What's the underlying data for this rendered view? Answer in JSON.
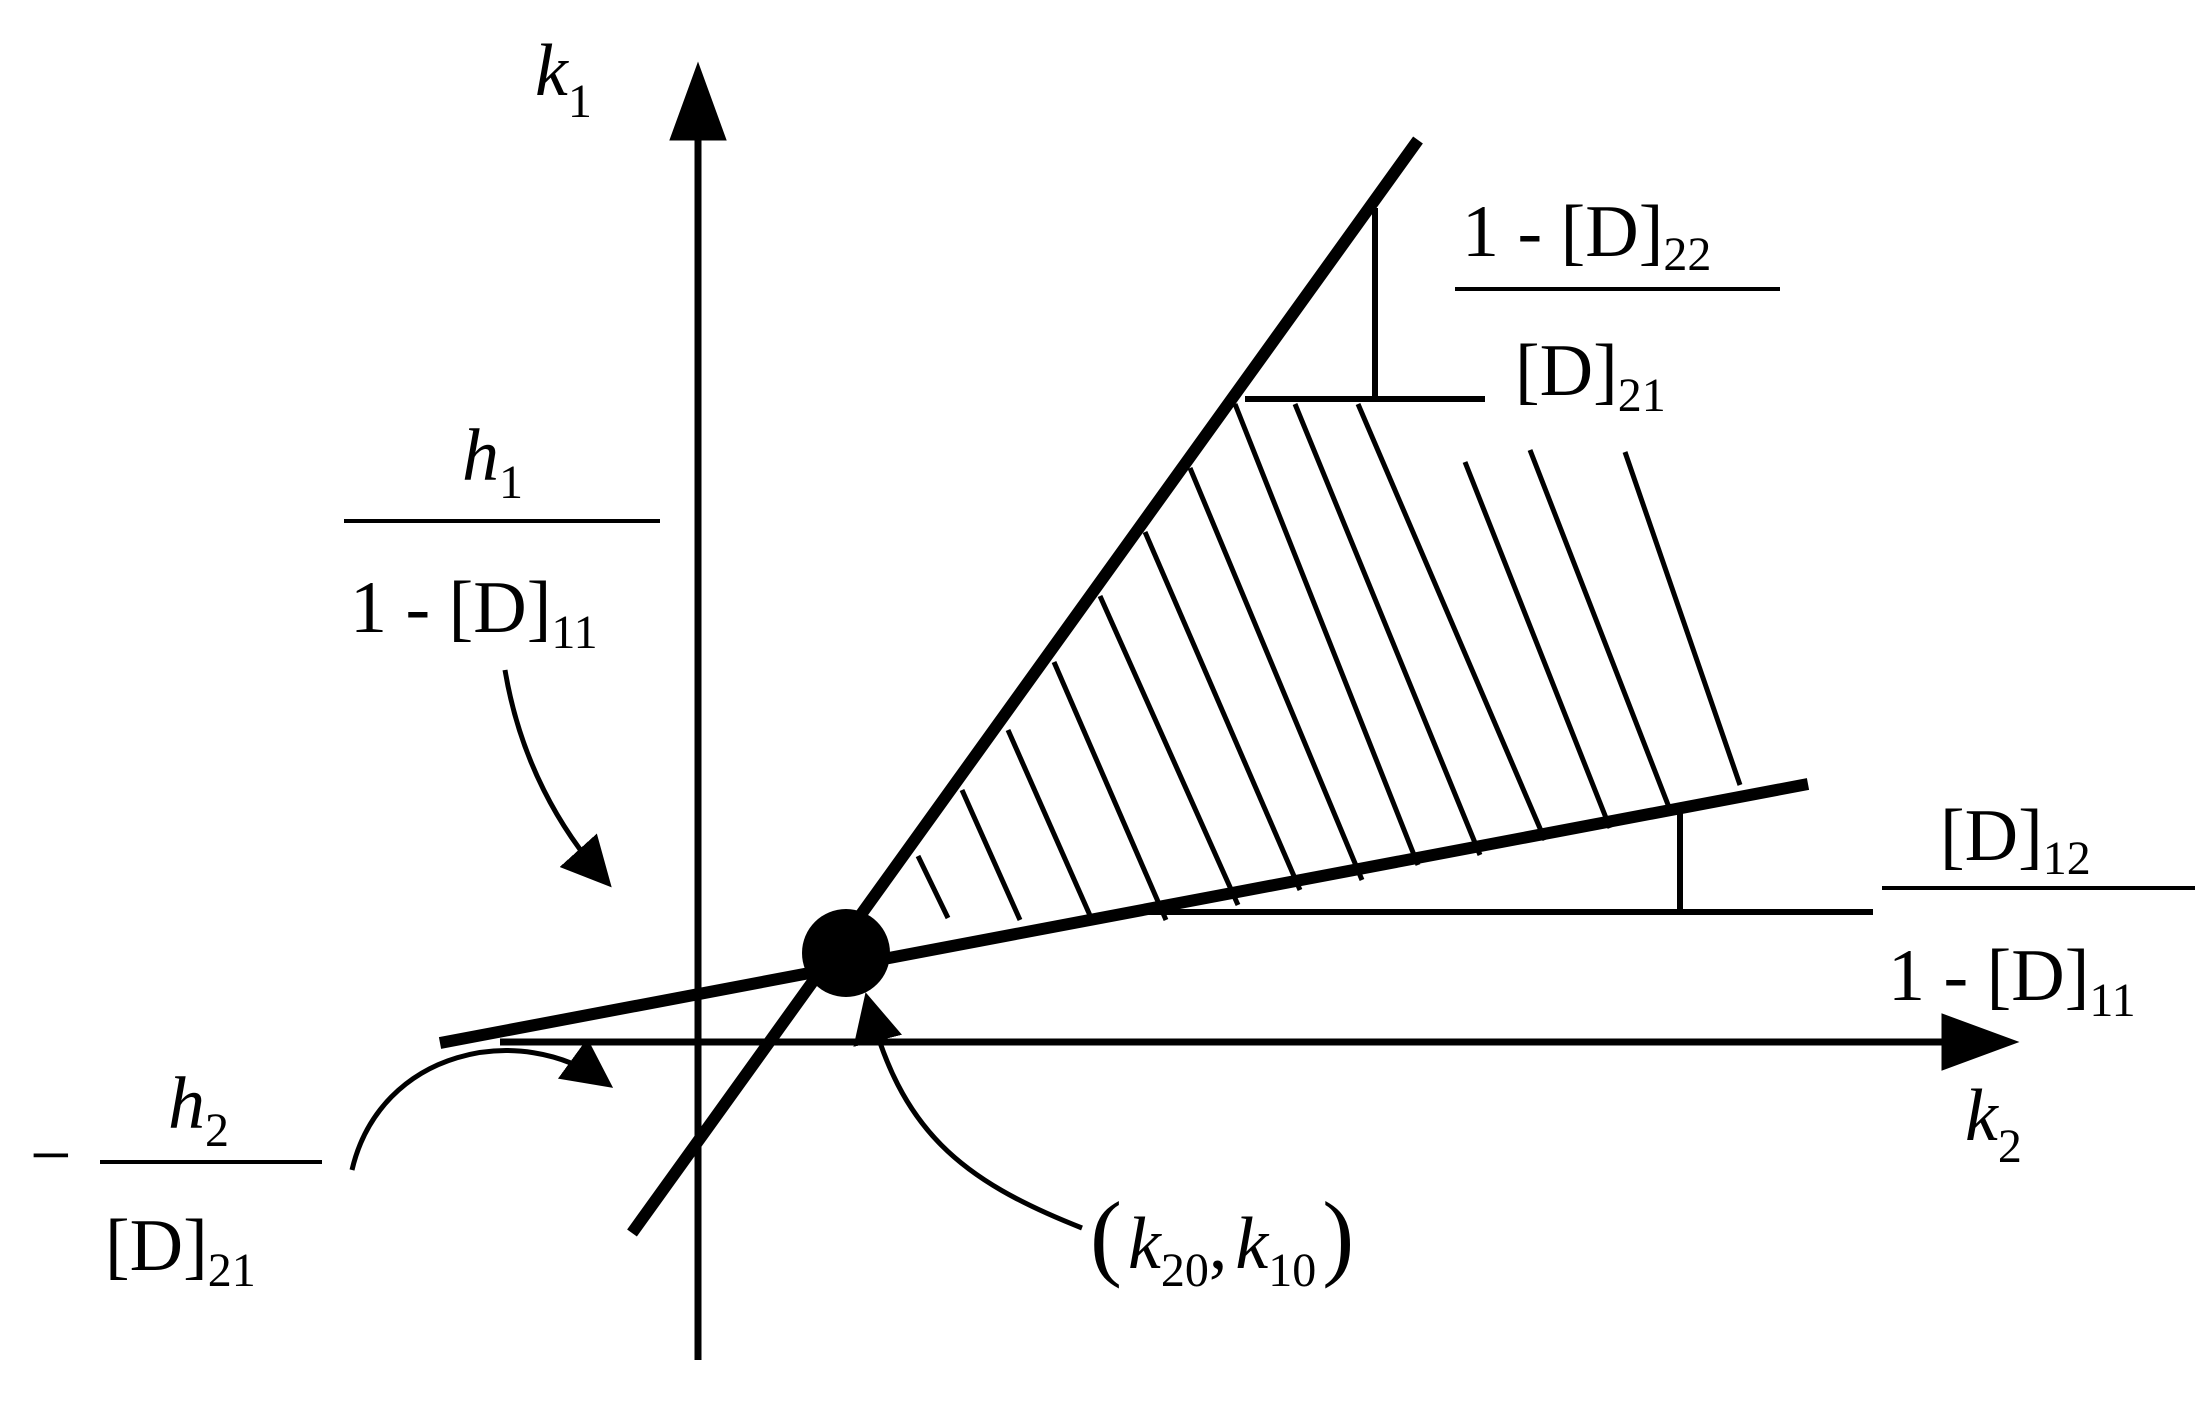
{
  "diagram": {
    "axes": {
      "vertical": {
        "var": "k",
        "sub": "1"
      },
      "horizontal": {
        "var": "k",
        "sub": "2"
      }
    },
    "labels": {
      "d22_slope": {
        "num_prefix": "1 - [D]",
        "num_sub": "22",
        "den_prefix": "[D]",
        "den_sub": "21"
      },
      "h1_intercept": {
        "num_var": "h",
        "num_sub": "1",
        "den_prefix": "1 - [D]",
        "den_sub": "11"
      },
      "d12_slope": {
        "num_prefix": "[D]",
        "num_sub": "12",
        "den_prefix": "1 - [D]",
        "den_sub": "11"
      },
      "h2_intercept": {
        "sign": "−",
        "num_var": "h",
        "num_sub": "2",
        "den_prefix": "[D]",
        "den_sub": "21"
      },
      "point": {
        "open": "(",
        "var1": "k",
        "sub1": "20",
        "comma": ",",
        "var2": "k",
        "sub2": "10",
        "close": ")"
      }
    },
    "colors": {
      "ink": "#000000",
      "background": "#ffffff"
    }
  }
}
